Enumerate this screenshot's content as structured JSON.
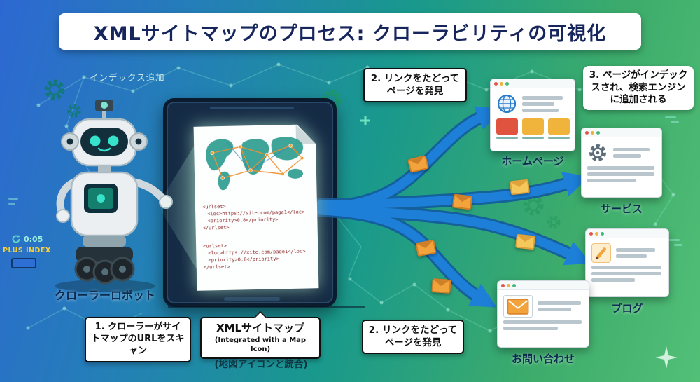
{
  "title": "XMLサイトマップのプロセス: クローラビリティの可視化",
  "annotations": {
    "index_add": "インデックス追加",
    "timer": "0:05",
    "plus_index": "PLUS INDEX",
    "robot_label": "クローラーロボット",
    "map_note": "(地図アイコンと統合)"
  },
  "callouts": {
    "step1": "1. クローラーがサイトマップのURLをスキャン",
    "step2_top": "2. リンクをたどってページを発見",
    "step2_bottom": "2. リンクをたどってページを発見",
    "step3": "3. ページがインデックスされ、検索エンジンに追加される",
    "sitemap_title": "XMLサイトマップ",
    "sitemap_subtitle": "(Integrated with a Map Icon)"
  },
  "sitemap_document": {
    "xml_block1": [
      "<urlset>",
      "<loc>https://site.com/page1</loc>",
      "<priority>0.8</priority>",
      "</urlset>"
    ],
    "xml_block2": [
      "<urlset>",
      "<loc>https://xite.com/page1</loc>",
      "<priority>0.8</priority>",
      "</urlset>"
    ]
  },
  "pages": [
    {
      "label": "ホームページ",
      "icon": "globe-icon"
    },
    {
      "label": "サービス",
      "icon": "gear-icon"
    },
    {
      "label": "ブログ",
      "icon": "pencil-icon"
    },
    {
      "label": "お問い合わせ",
      "icon": "envelope-icon"
    }
  ],
  "colors": {
    "background_blue": "#2d68d2",
    "background_teal": "#19998c",
    "background_green": "#4cbd72",
    "arrow_blue": "#1d7fd8",
    "envelope_orange": "#f3a33c",
    "title_text": "#16265c",
    "map_teal": "#2f9e90",
    "map_network_orange": "#ef8f2e"
  }
}
